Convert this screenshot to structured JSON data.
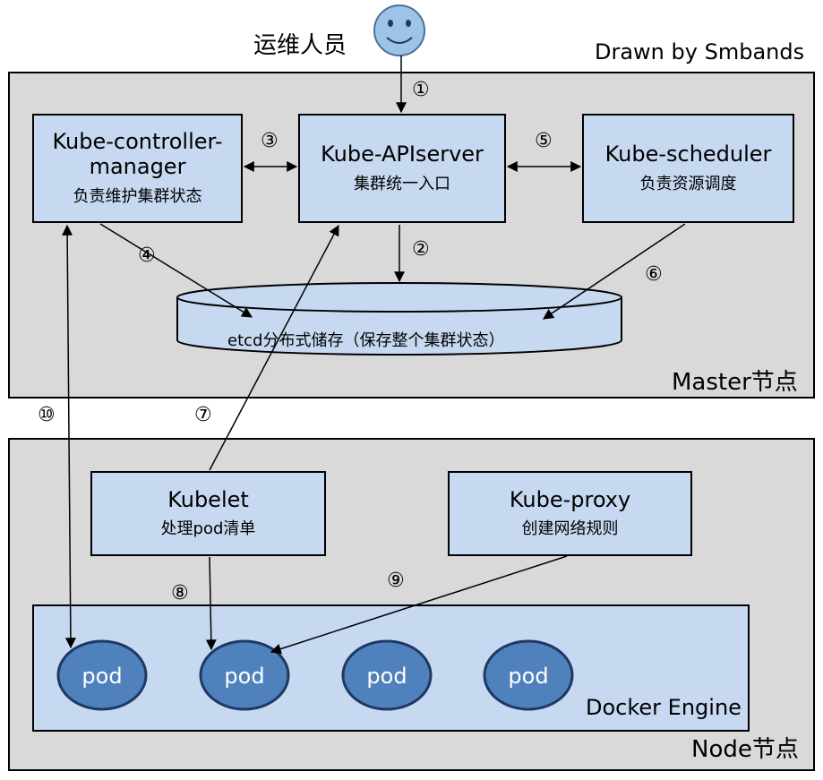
{
  "credit": "Drawn by Smbands",
  "operator": {
    "label": "运维人员"
  },
  "master": {
    "label": "Master节点",
    "apiserver": {
      "title": "Kube-APIserver",
      "subtitle": "集群统一入口"
    },
    "controller": {
      "title_line1": "Kube-controller-",
      "title_line2": "manager",
      "subtitle": "负责维护集群状态"
    },
    "scheduler": {
      "title": "Kube-scheduler",
      "subtitle": "负责资源调度"
    },
    "etcd": {
      "label": "etcd分布式储存（保存整个集群状态）"
    }
  },
  "node": {
    "label": "Node节点",
    "kubelet": {
      "title": "Kubelet",
      "subtitle": "处理pod清单"
    },
    "proxy": {
      "title": "Kube-proxy",
      "subtitle": "创建网络规则"
    },
    "docker": {
      "label": "Docker Engine"
    },
    "pods": [
      "pod",
      "pod",
      "pod",
      "pod"
    ]
  },
  "steps": [
    "①",
    "②",
    "③",
    "④",
    "⑤",
    "⑥",
    "⑦",
    "⑧",
    "⑨",
    "⑩"
  ],
  "colors": {
    "region": "#d9d9d9",
    "box": "#c6d9f1",
    "pod": "#4f81bd",
    "pod_border": "#1f3864",
    "face": "#9dc3e6"
  }
}
